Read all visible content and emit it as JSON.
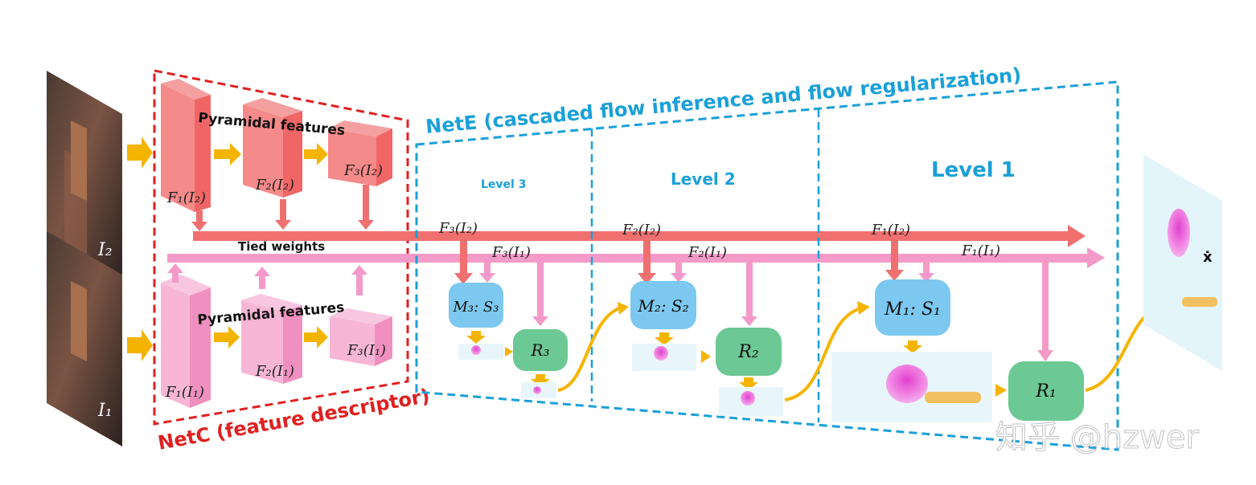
{
  "netc": {
    "title": "NetC (feature descriptor)",
    "top_caption": "Pyramidal features",
    "bottom_caption": "Pyramidal features",
    "tied_weights": "Tied weights",
    "f1_i2": "F₁(I₂)",
    "f2_i2": "F₂(I₂)",
    "f3_i2": "F₃(I₂)",
    "f1_i1": "F₁(I₁)",
    "f2_i1": "F₂(I₁)",
    "f3_i1": "F₃(I₁)"
  },
  "nete": {
    "title": "NetE (cascaded flow inference and flow regularization)",
    "level3": {
      "title": "Level 3",
      "in_top": "F₃(I₂)",
      "in_bottom": "F₃(I₁)",
      "matching": "M₃: S₃",
      "regularization": "R₃"
    },
    "level2": {
      "title": "Level 2",
      "in_top": "F₂(I₂)",
      "in_bottom": "F₂(I₁)",
      "matching": "M₂: S₂",
      "regularization": "R₂"
    },
    "level1": {
      "title": "Level 1",
      "in_top": "F₁(I₂)",
      "in_bottom": "F₁(I₁)",
      "matching": "M₁: S₁",
      "regularization": "R₁"
    }
  },
  "inputs": {
    "i2": "I₂",
    "i1": "I₁"
  },
  "output": {
    "label": "ẋ"
  },
  "watermark": "知乎 @hzwer",
  "colors": {
    "red_dash": "#e02020",
    "blue_dash": "#1aa0d8",
    "red_feature": "#f07878",
    "pink_feature": "#f49ac8",
    "yellow_arrow": "#f5b400",
    "matching_box": "#7cc8f0",
    "reg_box": "#6cc894"
  }
}
